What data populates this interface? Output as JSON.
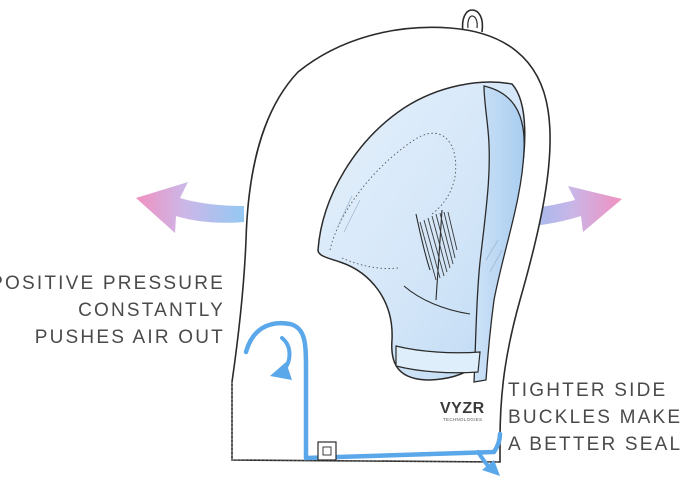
{
  "captions": {
    "left": [
      "POSITIVE PRESSURE",
      "CONSTANTLY",
      "PUSHES AIR OUT"
    ],
    "right": [
      "TIGHTER SIDE",
      "BUCKLES MAKE",
      "A BETTER SEAL"
    ]
  },
  "logo": {
    "brand": "VYZR",
    "sub": "TECHNOLOGIES"
  },
  "colors": {
    "outline": "#2b2b2b",
    "visor_tint": "#cfe3f7",
    "seal_blue": "#5aa7ea",
    "arrow_pink": "#f28bbf",
    "arrow_blue": "#7fbcf0",
    "text": "#4a4a4a"
  }
}
